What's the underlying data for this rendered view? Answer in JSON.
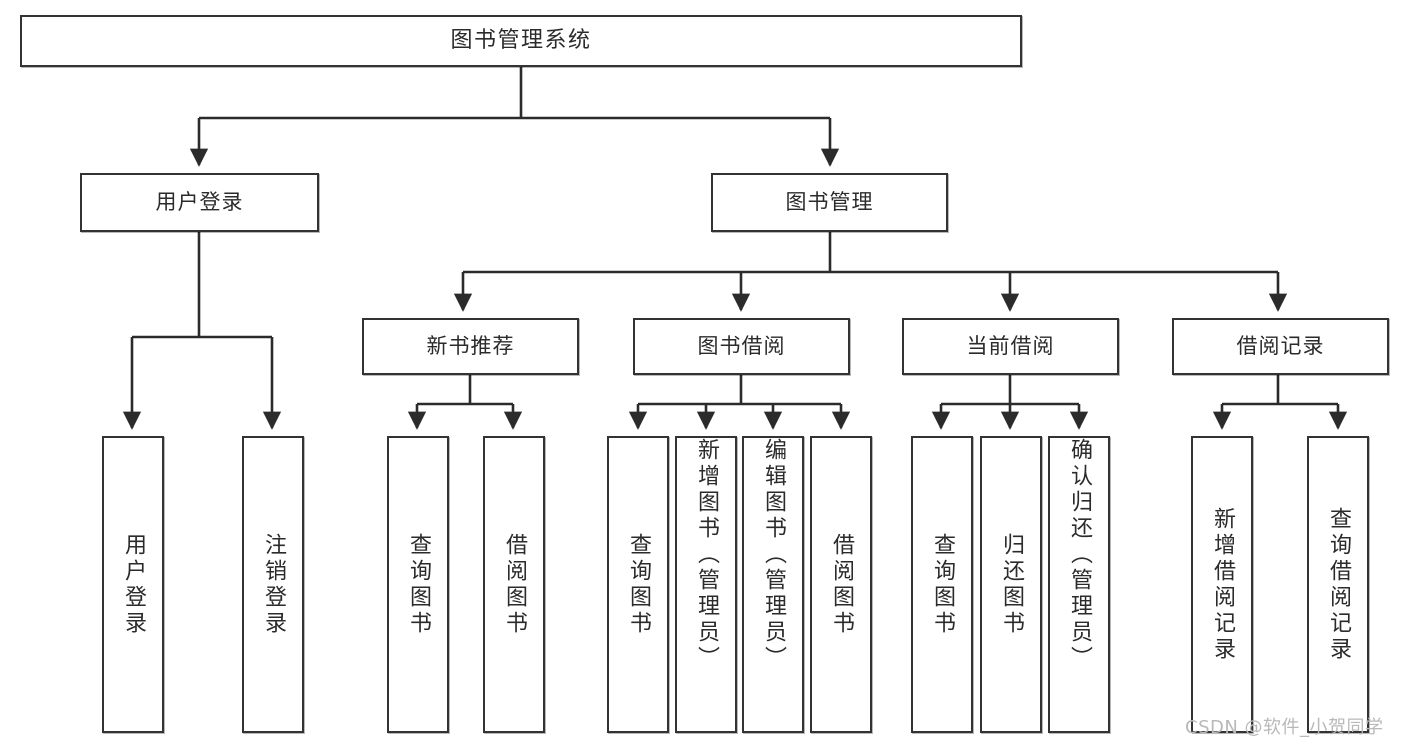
{
  "diagram": {
    "type": "tree",
    "title": "图书管理系统",
    "root": {
      "label": "图书管理系统"
    },
    "level1": [
      {
        "label": "用户登录"
      },
      {
        "label": "图书管理"
      }
    ],
    "level2": [
      {
        "label": "新书推荐"
      },
      {
        "label": "图书借阅"
      },
      {
        "label": "当前借阅"
      },
      {
        "label": "借阅记录"
      }
    ],
    "leaves": {
      "user_login": [
        {
          "label": "用户登录"
        },
        {
          "label": "注销登录"
        }
      ],
      "new_book_recommend": [
        {
          "label": "查询图书"
        },
        {
          "label": "借阅图书"
        }
      ],
      "book_borrow": [
        {
          "label": "查询图书"
        },
        {
          "label": "新增图书（管理员）"
        },
        {
          "label": "编辑图书（管理员）"
        },
        {
          "label": "借阅图书"
        }
      ],
      "current_borrow": [
        {
          "label": "查询图书"
        },
        {
          "label": "归还图书"
        },
        {
          "label": "确认归还（管理员）"
        }
      ],
      "borrow_record": [
        {
          "label": "新增借阅记录"
        },
        {
          "label": "查询借阅记录"
        }
      ]
    }
  },
  "watermark": {
    "text": "CSDN @软件_小贺同学"
  },
  "colors": {
    "box_border": "#333333",
    "box_fill": "#ffffff",
    "text": "#2b2b2b",
    "connector": "#2b2b2b",
    "watermark": "#b9b9b9",
    "background": "#ffffff"
  }
}
